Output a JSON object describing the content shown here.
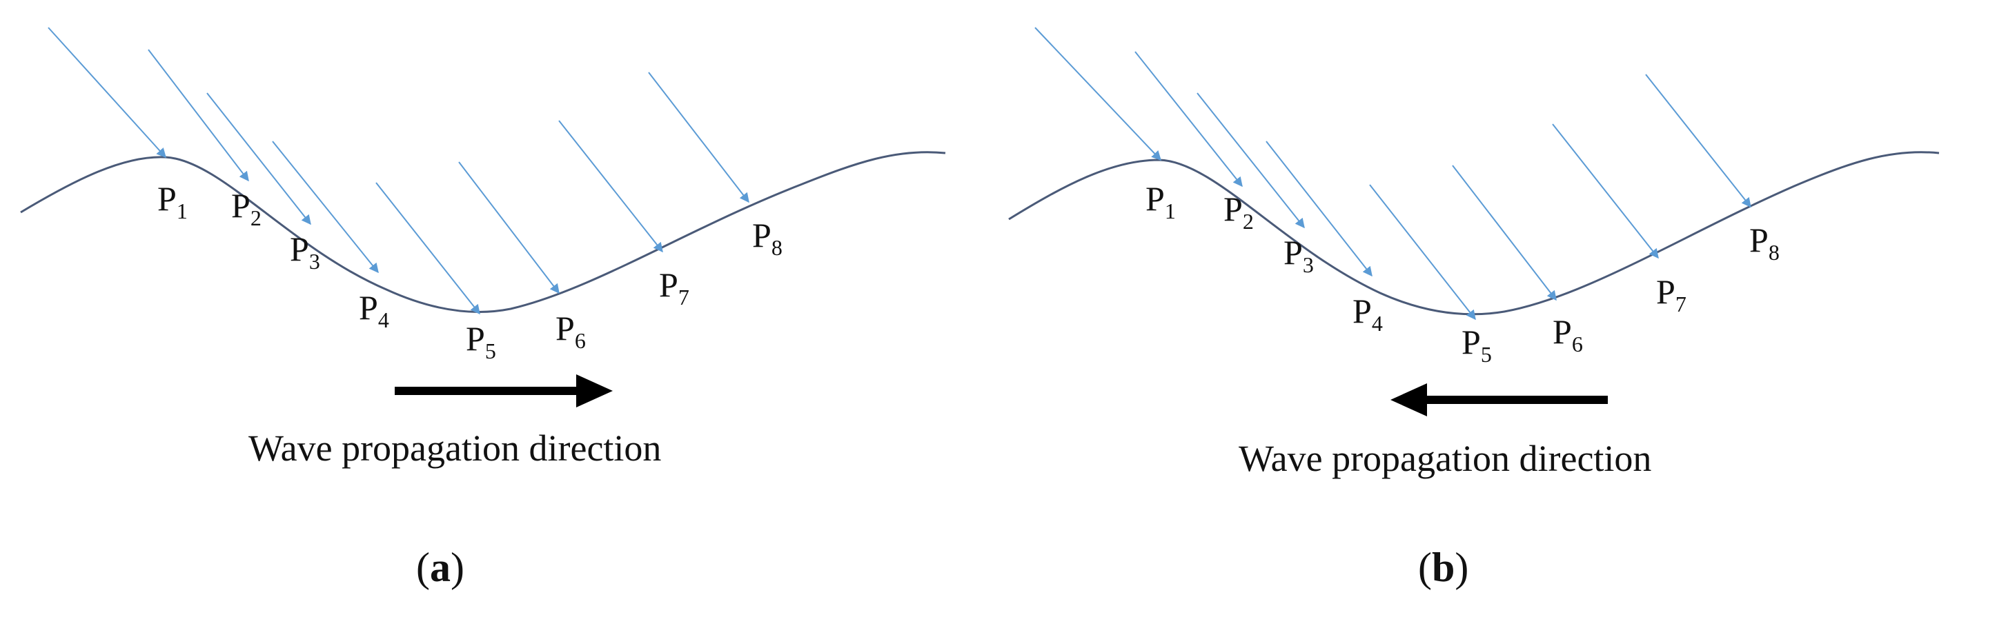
{
  "colors": {
    "wave": "#4a5a78",
    "rays": "#5b9bd5",
    "arrow": "#000000",
    "text": "#111111"
  },
  "panels": [
    {
      "id": "a",
      "label": "a",
      "caption": "Wave propagation direction",
      "direction": "right",
      "points": [
        {
          "base": "P",
          "sub": "1"
        },
        {
          "base": "P",
          "sub": "2"
        },
        {
          "base": "P",
          "sub": "3"
        },
        {
          "base": "P",
          "sub": "4"
        },
        {
          "base": "P",
          "sub": "5"
        },
        {
          "base": "P",
          "sub": "6"
        },
        {
          "base": "P",
          "sub": "7"
        },
        {
          "base": "P",
          "sub": "8"
        }
      ]
    },
    {
      "id": "b",
      "label": "b",
      "caption": "Wave propagation direction",
      "direction": "left",
      "points": [
        {
          "base": "P",
          "sub": "1"
        },
        {
          "base": "P",
          "sub": "2"
        },
        {
          "base": "P",
          "sub": "3"
        },
        {
          "base": "P",
          "sub": "4"
        },
        {
          "base": "P",
          "sub": "5"
        },
        {
          "base": "P",
          "sub": "6"
        },
        {
          "base": "P",
          "sub": "7"
        },
        {
          "base": "P",
          "sub": "8"
        }
      ]
    }
  ]
}
